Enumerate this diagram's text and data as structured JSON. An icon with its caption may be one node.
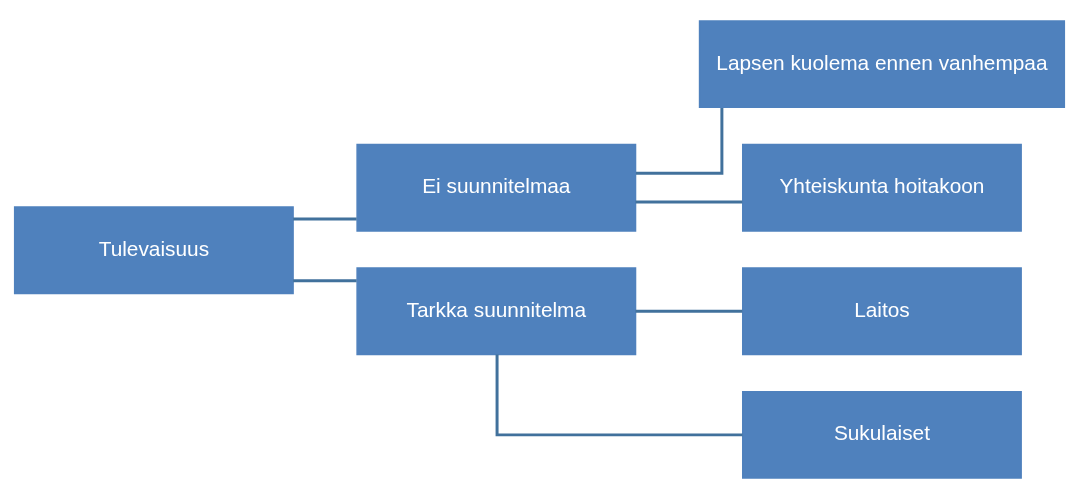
{
  "diagram": {
    "nodes": [
      {
        "text": [
          "Tulevaisuus"
        ]
      },
      {
        "text": [
          "Ei suunnitelmaa"
        ]
      },
      {
        "text": [
          "Tarkka suunnitelma"
        ]
      },
      {
        "text": [
          "Lapsen kuolema ennen vanhempaa"
        ]
      },
      {
        "text": [
          "Yhteiskunta hoitakoon"
        ]
      },
      {
        "text": [
          "Laitos"
        ]
      },
      {
        "text": [
          "Sukulaiset"
        ]
      }
    ],
    "edges": [
      {
        "from": 0,
        "to": 1,
        "arrow": "none"
      },
      {
        "from": 0,
        "to": 2,
        "arrow": "none"
      },
      {
        "from": 1,
        "to": 3,
        "arrow": "none"
      },
      {
        "from": 1,
        "to": 4,
        "arrow": "none"
      },
      {
        "from": 2,
        "to": 5,
        "arrow": "none"
      },
      {
        "from": 2,
        "to": 6,
        "arrow": "none"
      }
    ]
  }
}
